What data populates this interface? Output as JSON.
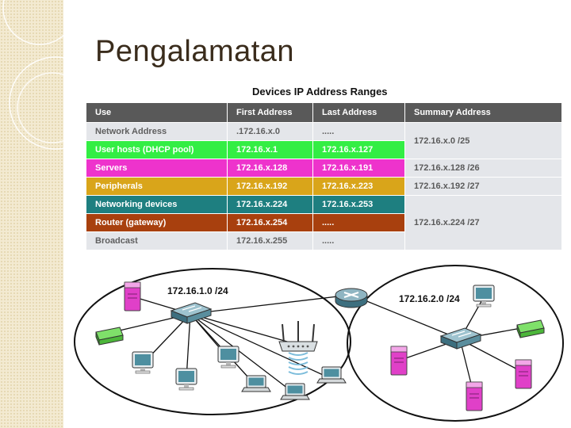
{
  "slide_title": "Pengalamatan",
  "table": {
    "title": "Devices IP Address Ranges",
    "headers": [
      "Use",
      "First Address",
      "Last Address",
      "Summary Address"
    ],
    "rows": [
      {
        "use": "Network Address",
        "first": ".172.16.x.0",
        "last": ".....",
        "color": "#e4e6ea",
        "text_color": "#5f5f5f"
      },
      {
        "use": "User hosts (DHCP pool)",
        "first": "172.16.x.1",
        "last": "172.16.x.127",
        "color": "#33ee44",
        "text_color": "#ffffff"
      },
      {
        "use": "Servers",
        "first": "172.16.x.128",
        "last": "172.16.x.191",
        "color": "#ee33cc",
        "text_color": "#ffffff"
      },
      {
        "use": "Peripherals",
        "first": "172.16.x.192",
        "last": "172.16.x.223",
        "color": "#d9a51a",
        "text_color": "#ffffff"
      },
      {
        "use": "Networking devices",
        "first": "172.16.x.224",
        "last": "172.16.x.253",
        "color": "#1e7f80",
        "text_color": "#ffffff"
      },
      {
        "use": "Router (gateway)",
        "first": "172.16.x.254",
        "last": ".....",
        "color": "#a8400e",
        "text_color": "#ffffff"
      },
      {
        "use": "Broadcast",
        "first": "172.16.x.255",
        "last": ".....",
        "color": "#e4e6ea",
        "text_color": "#5f5f5f"
      }
    ],
    "summaries": [
      "172.16.x.0 /25",
      "172.16.x.128 /26",
      "172.16.x.192 /27",
      "172.16.x.224 /27"
    ]
  },
  "network": {
    "left_subnet": "172.16.1.0 /24",
    "right_subnet": "172.16.2.0 /24"
  },
  "colors": {
    "server": "#e040c8",
    "printer": "#5ccf4a",
    "switch": "#4a7d8e",
    "router": "#5c8a9a",
    "pc": "#4e8fa0"
  }
}
